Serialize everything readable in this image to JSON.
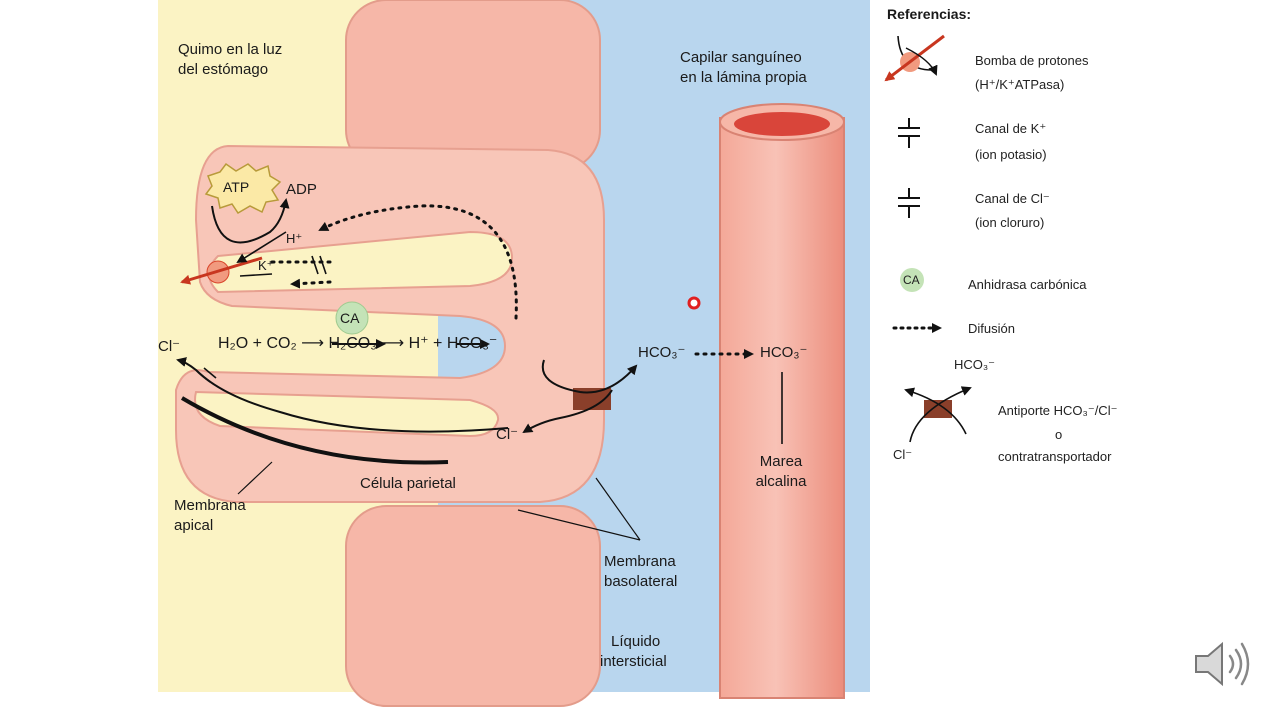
{
  "regions": {
    "lumen": [
      "Quimo en la luz",
      "del estómago"
    ],
    "capillary": [
      "Capilar sanguíneo",
      "en la lámina propia"
    ],
    "interstitial": [
      "Líquido",
      "intersticial"
    ]
  },
  "labels": {
    "atp": "ATP",
    "adp": "ADP",
    "h_pump": "H⁺",
    "k_pump": "K⁺",
    "ca": "CA",
    "cl_left": "Cl⁻",
    "cl_inner": "Cl⁻",
    "reaction": "H₂O + CO₂ ⟶ H₂CO₃ ⟶ H⁺ + HCO₃⁻",
    "hco3_out": "HCO₃⁻",
    "hco3_blood": "HCO₃⁻",
    "alkaline_tide": [
      "Marea",
      "alcalina"
    ],
    "parietal_cell": "Célula parietal",
    "apical_membrane": [
      "Membrana",
      "apical"
    ],
    "basolateral_membrane": [
      "Membrana",
      "basolateral"
    ]
  },
  "legend": {
    "title": "Referencias:",
    "pump": [
      "Bomba de protones",
      "(H⁺/K⁺ATPasa)"
    ],
    "k_channel": [
      "Canal de K⁺",
      "(ion potasio)"
    ],
    "cl_channel": [
      "Canal de Cl⁻",
      "(ion cloruro)"
    ],
    "ca_badge": "CA",
    "ca": "Anhidrasa carbónica",
    "diffusion": "Difusión",
    "antiporter_hco3": "HCO₃⁻",
    "antiporter_cl": "Cl⁻",
    "antiporter": [
      "Antiporte HCO₃⁻/Cl⁻",
      "o",
      "contratransportador"
    ]
  },
  "colors": {
    "lumen_bg": "#fbf3c4",
    "interstitial_bg": "#b9d6ee",
    "cell_fill": "#f7c4b7",
    "cell_stroke": "#e7a090",
    "capillary_fill": "#f19a8a",
    "pump_red": "#d9452b",
    "antiporter_brown": "#8a3f2a",
    "ca_green": "#c4e3b7"
  }
}
